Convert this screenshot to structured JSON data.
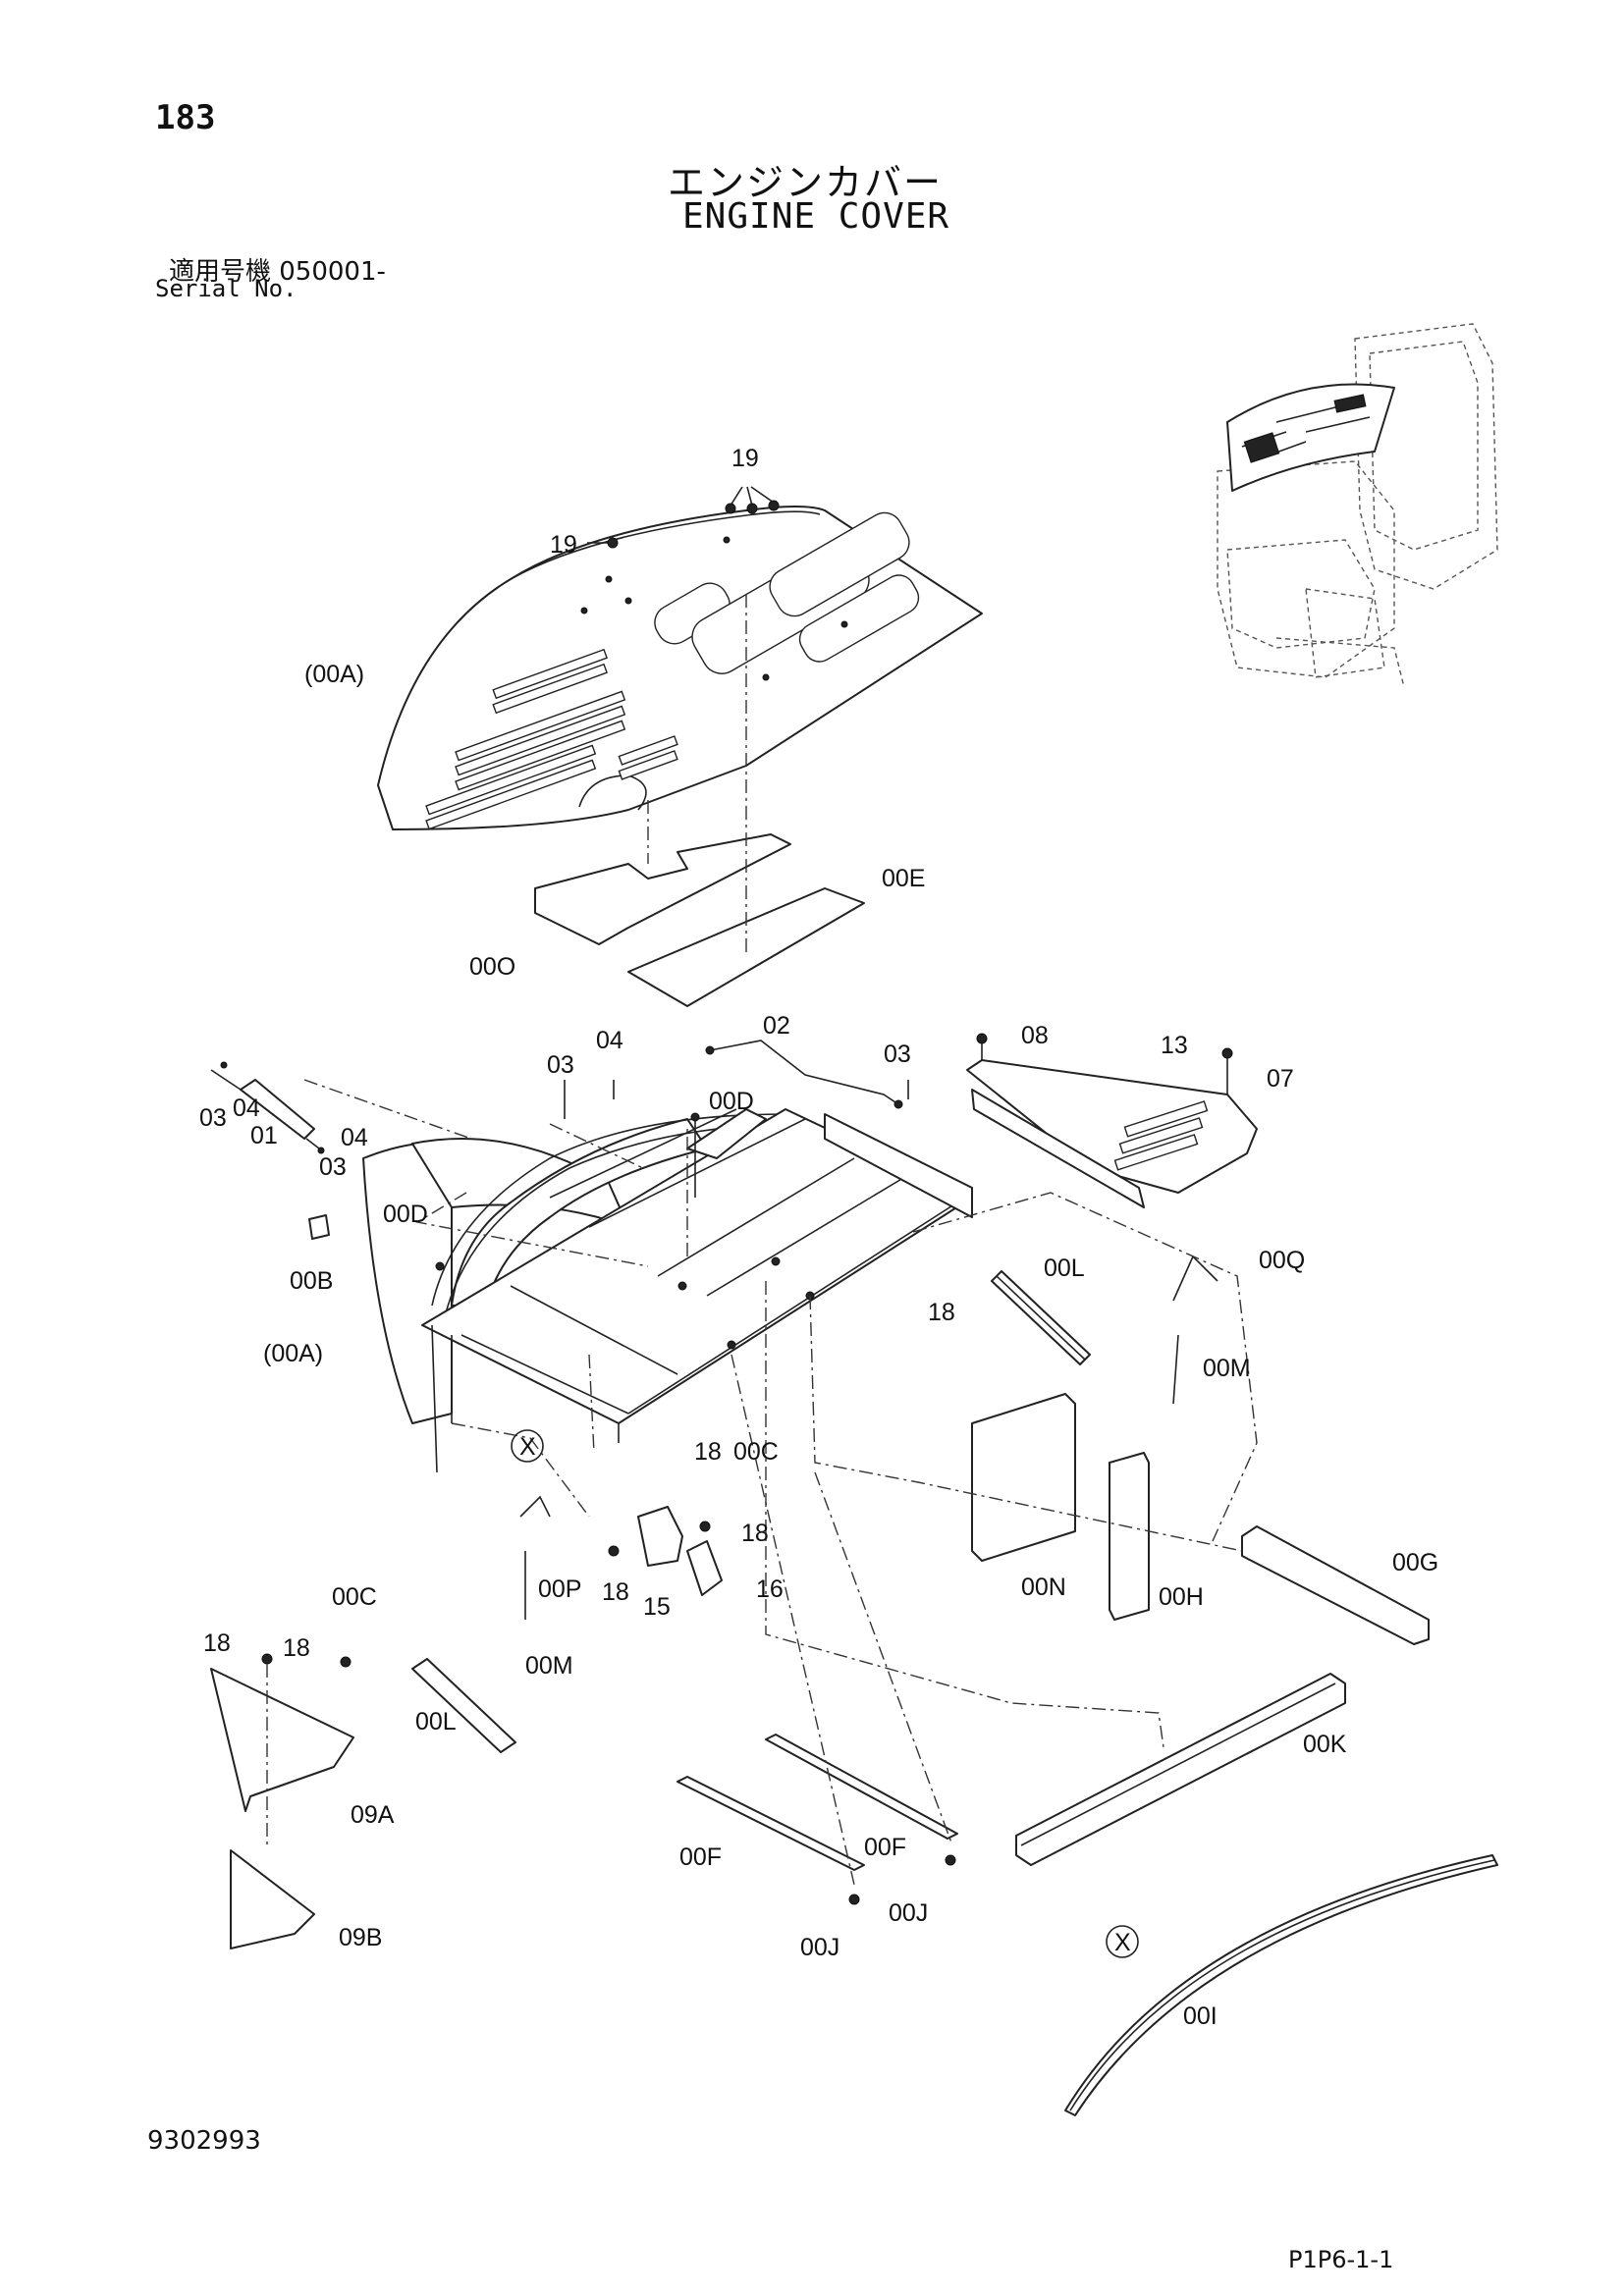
{
  "header": {
    "page_number": "183",
    "title_jp": "エンジンカバー",
    "title_en": "ENGINE COVER",
    "serial_jp": "適用号機 050001-",
    "serial_en": "Serial No."
  },
  "footer": {
    "doc_number": "9302993",
    "page_code": "P1P6-1-1"
  },
  "callouts": {
    "c19_top": "19",
    "c19_left": "19",
    "c00A_top": "(00A)",
    "c00E": "00E",
    "c00O": "00O",
    "c08": "08",
    "c13": "13",
    "c07": "07",
    "c03_a": "03",
    "c04_a": "04",
    "c02": "02",
    "c03_b": "03",
    "c00D_a": "00D",
    "c03_c": "03",
    "c04_b": "04",
    "c01": "01",
    "c04_c": "04",
    "c03_d": "03",
    "c00D_b": "00D",
    "c00B": "00B",
    "c00A_mid": "(00A)",
    "c18_a": "18",
    "c00L_a": "00L",
    "c00Q": "00Q",
    "c00M_a": "00M",
    "c18_b": "18",
    "c00C_a": "00C",
    "c18_c": "18",
    "c18_d": "18",
    "c15": "15",
    "c16": "16",
    "c00P": "00P",
    "c00M_b": "00M",
    "c00C_b": "00C",
    "c00N": "00N",
    "c00H": "00H",
    "c00G": "00G",
    "c18_e": "18",
    "c18_f": "18",
    "c00L_b": "00L",
    "c09A": "09A",
    "c09B": "09B",
    "c00K": "00K",
    "c00F_a": "00F",
    "c00F_b": "00F",
    "c00J_a": "00J",
    "c00J_b": "00J",
    "cX_a": "X",
    "cX_b": "X",
    "c00I": "00I"
  }
}
